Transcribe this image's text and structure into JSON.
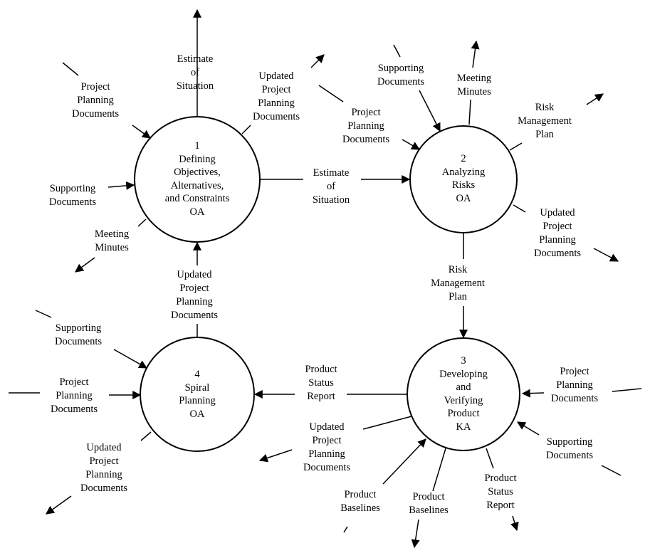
{
  "nodes": [
    {
      "id": "n1",
      "number": "1",
      "lines": [
        "Defining",
        "Objectives,",
        "Alternatives,",
        "and Constraints",
        "OA"
      ]
    },
    {
      "id": "n2",
      "number": "2",
      "lines": [
        "Analyzing",
        "Risks",
        "OA"
      ]
    },
    {
      "id": "n3",
      "number": "3",
      "lines": [
        "Developing",
        "and",
        "Verifying",
        "Product",
        "KA"
      ]
    },
    {
      "id": "n4",
      "number": "4",
      "lines": [
        "Spiral",
        "Planning",
        "OA"
      ]
    }
  ],
  "labels": [
    {
      "id": "n1-out-estimate",
      "lines": [
        "Estimate",
        "of",
        "Situation"
      ]
    },
    {
      "id": "n1-in-ppd",
      "lines": [
        "Project",
        "Planning",
        "Documents"
      ]
    },
    {
      "id": "n1-out-updated",
      "lines": [
        "Updated",
        "Project",
        "Planning",
        "Documents"
      ]
    },
    {
      "id": "n1-in-supporting",
      "lines": [
        "Supporting",
        "Documents"
      ]
    },
    {
      "id": "n1-out-minutes",
      "lines": [
        "Meeting",
        "Minutes"
      ]
    },
    {
      "id": "n1-to-n2",
      "lines": [
        "Estimate",
        "of",
        "Situation"
      ]
    },
    {
      "id": "n2-in-supporting",
      "lines": [
        "Supporting",
        "Documents"
      ]
    },
    {
      "id": "n2-out-minutes",
      "lines": [
        "Meeting",
        "Minutes"
      ]
    },
    {
      "id": "n2-in-ppd",
      "lines": [
        "Project",
        "Planning",
        "Documents"
      ]
    },
    {
      "id": "n2-out-rmp",
      "lines": [
        "Risk",
        "Management",
        "Plan"
      ]
    },
    {
      "id": "n2-out-updated",
      "lines": [
        "Updated",
        "Project",
        "Planning",
        "Documents"
      ]
    },
    {
      "id": "n2-to-n3",
      "lines": [
        "Risk",
        "Management",
        "Plan"
      ]
    },
    {
      "id": "n4-to-n1",
      "lines": [
        "Updated",
        "Project",
        "Planning",
        "Documents"
      ]
    },
    {
      "id": "n4-in-supporting",
      "lines": [
        "Supporting",
        "Documents"
      ]
    },
    {
      "id": "n4-in-ppd",
      "lines": [
        "Project",
        "Planning",
        "Documents"
      ]
    },
    {
      "id": "n4-out-updated",
      "lines": [
        "Updated",
        "Project",
        "Planning",
        "Documents"
      ]
    },
    {
      "id": "n3-to-n4",
      "lines": [
        "Product",
        "Status",
        "Report"
      ]
    },
    {
      "id": "n3-out-updated",
      "lines": [
        "Updated",
        "Project",
        "Planning",
        "Documents"
      ]
    },
    {
      "id": "n3-in-ppd",
      "lines": [
        "Project",
        "Planning",
        "Documents"
      ]
    },
    {
      "id": "n3-in-supporting",
      "lines": [
        "Supporting",
        "Documents"
      ]
    },
    {
      "id": "n3-in-baselines",
      "lines": [
        "Product",
        "Baselines"
      ]
    },
    {
      "id": "n3-out-baselines",
      "lines": [
        "Product",
        "Baselines"
      ]
    },
    {
      "id": "n3-out-status",
      "lines": [
        "Product",
        "Status",
        "Report"
      ]
    }
  ]
}
